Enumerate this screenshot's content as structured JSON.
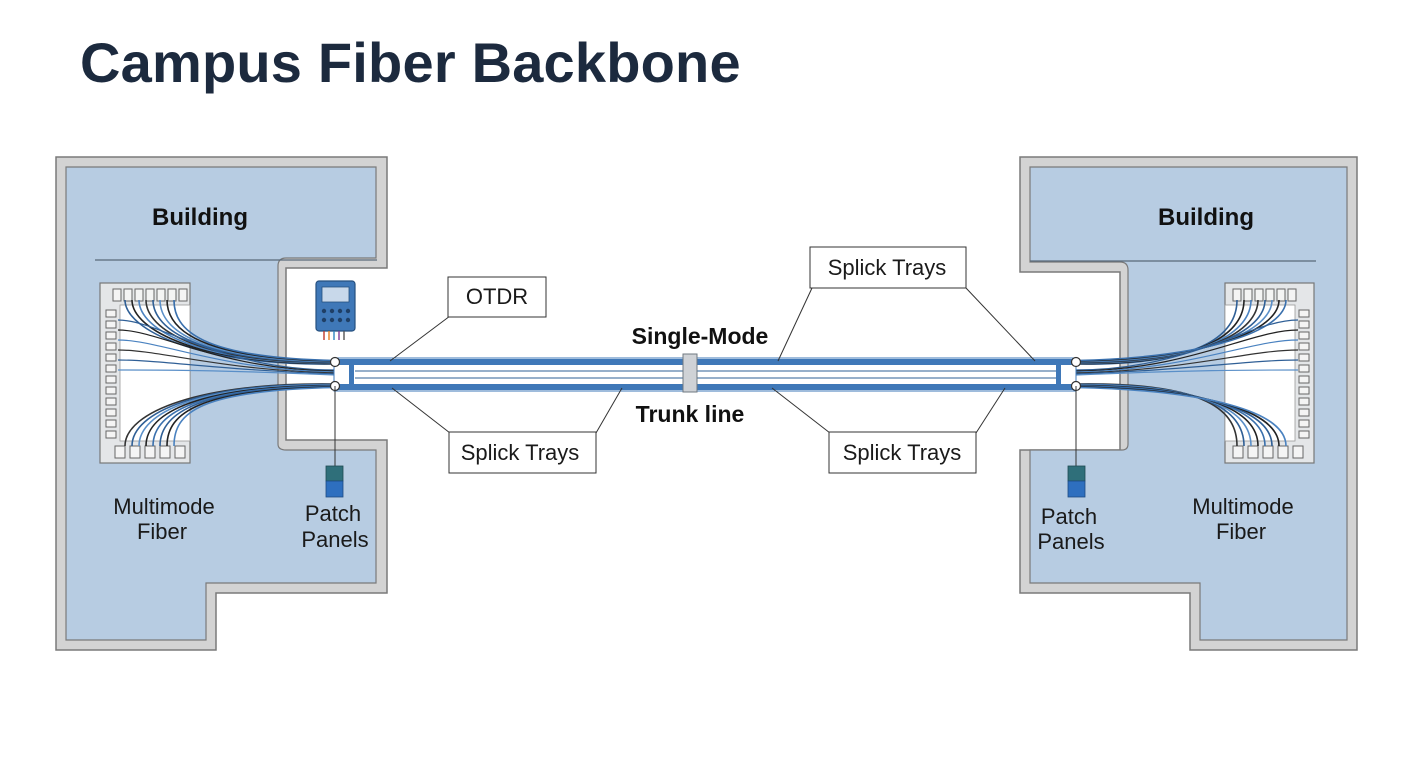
{
  "title": "Campus Fiber Backbone",
  "left_building": {
    "name": "Building",
    "fiber_label_lines": [
      "Multimode",
      "Fiber"
    ],
    "panel_label_lines": [
      "Patch",
      "Panels"
    ]
  },
  "right_building": {
    "name": "Building",
    "fiber_label_lines": [
      "Multimode",
      "Fiber"
    ],
    "panel_label_lines": [
      "Patch",
      "Panels"
    ]
  },
  "callouts": {
    "otdr": "OTDR",
    "splice_top_right": "Splick Trays",
    "splice_bottom_left": "Splick Trays",
    "splice_bottom_right": "Splick Trays"
  },
  "trunk": {
    "top_label": "Single-Mode",
    "bottom_label": "Trunk line"
  },
  "colors": {
    "building_fill": "#b7cce2",
    "building_wall": "#d0d0d0",
    "fiber_blue": "#3f78b8",
    "title": "#1c2a3e"
  }
}
